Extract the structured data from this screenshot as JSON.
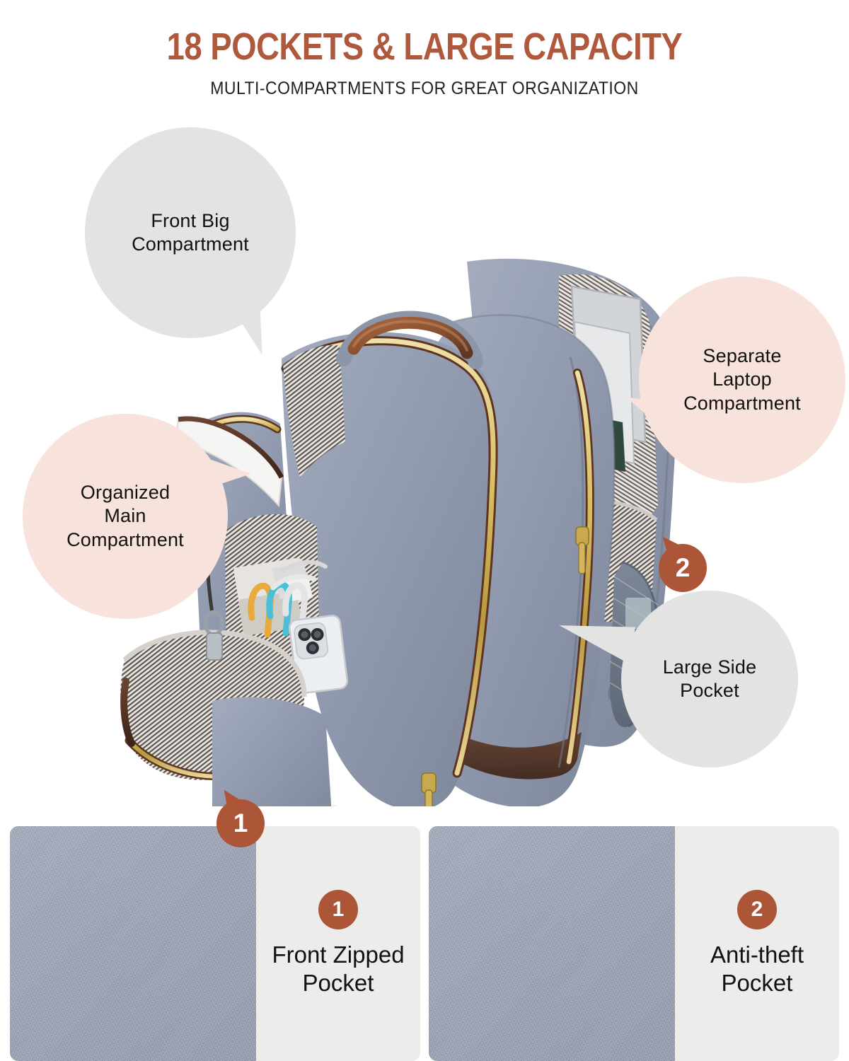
{
  "header": {
    "title": "18 POCKETS & LARGE CAPACITY",
    "subtitle": "MULTI-COMPARTMENTS FOR GREAT ORGANIZATION"
  },
  "colors": {
    "accent": "#b0583c",
    "marker": "#ad5637",
    "bubble_gray": "#e3e3e1",
    "bubble_pink": "#f7e3dc",
    "panel_bg": "#ececea",
    "text": "#111111",
    "fabric_gray": "#8e97ac",
    "leather_brown": "#7a4a33",
    "zipper_gold": "#c8a84f"
  },
  "callouts": [
    {
      "id": "front",
      "label": "Front Big\nCompartment",
      "style": "gray"
    },
    {
      "id": "laptop",
      "label": "Separate\nLaptop\nCompartment",
      "style": "pink"
    },
    {
      "id": "main",
      "label": "Organized\nMain\nCompartment",
      "style": "pink"
    },
    {
      "id": "side",
      "label": "Large Side\nPocket",
      "style": "gray"
    }
  ],
  "markers": [
    {
      "id": "1",
      "number": "1"
    },
    {
      "id": "2",
      "number": "2"
    }
  ],
  "hero_image": {
    "alt": "Open gray heathered travel backpack showing packed clothes, headphones, laptop and organizer pockets"
  },
  "panels": [
    {
      "badge": "1",
      "label": "Front Zipped\nPocket",
      "photo_alt": "Close-up of backpack front zipped pocket with smartphone inserted"
    },
    {
      "badge": "2",
      "label": "Anti-theft\nPocket",
      "photo_alt": "Close-up of backpack back anti-theft pocket with smartphone inserted"
    }
  ]
}
